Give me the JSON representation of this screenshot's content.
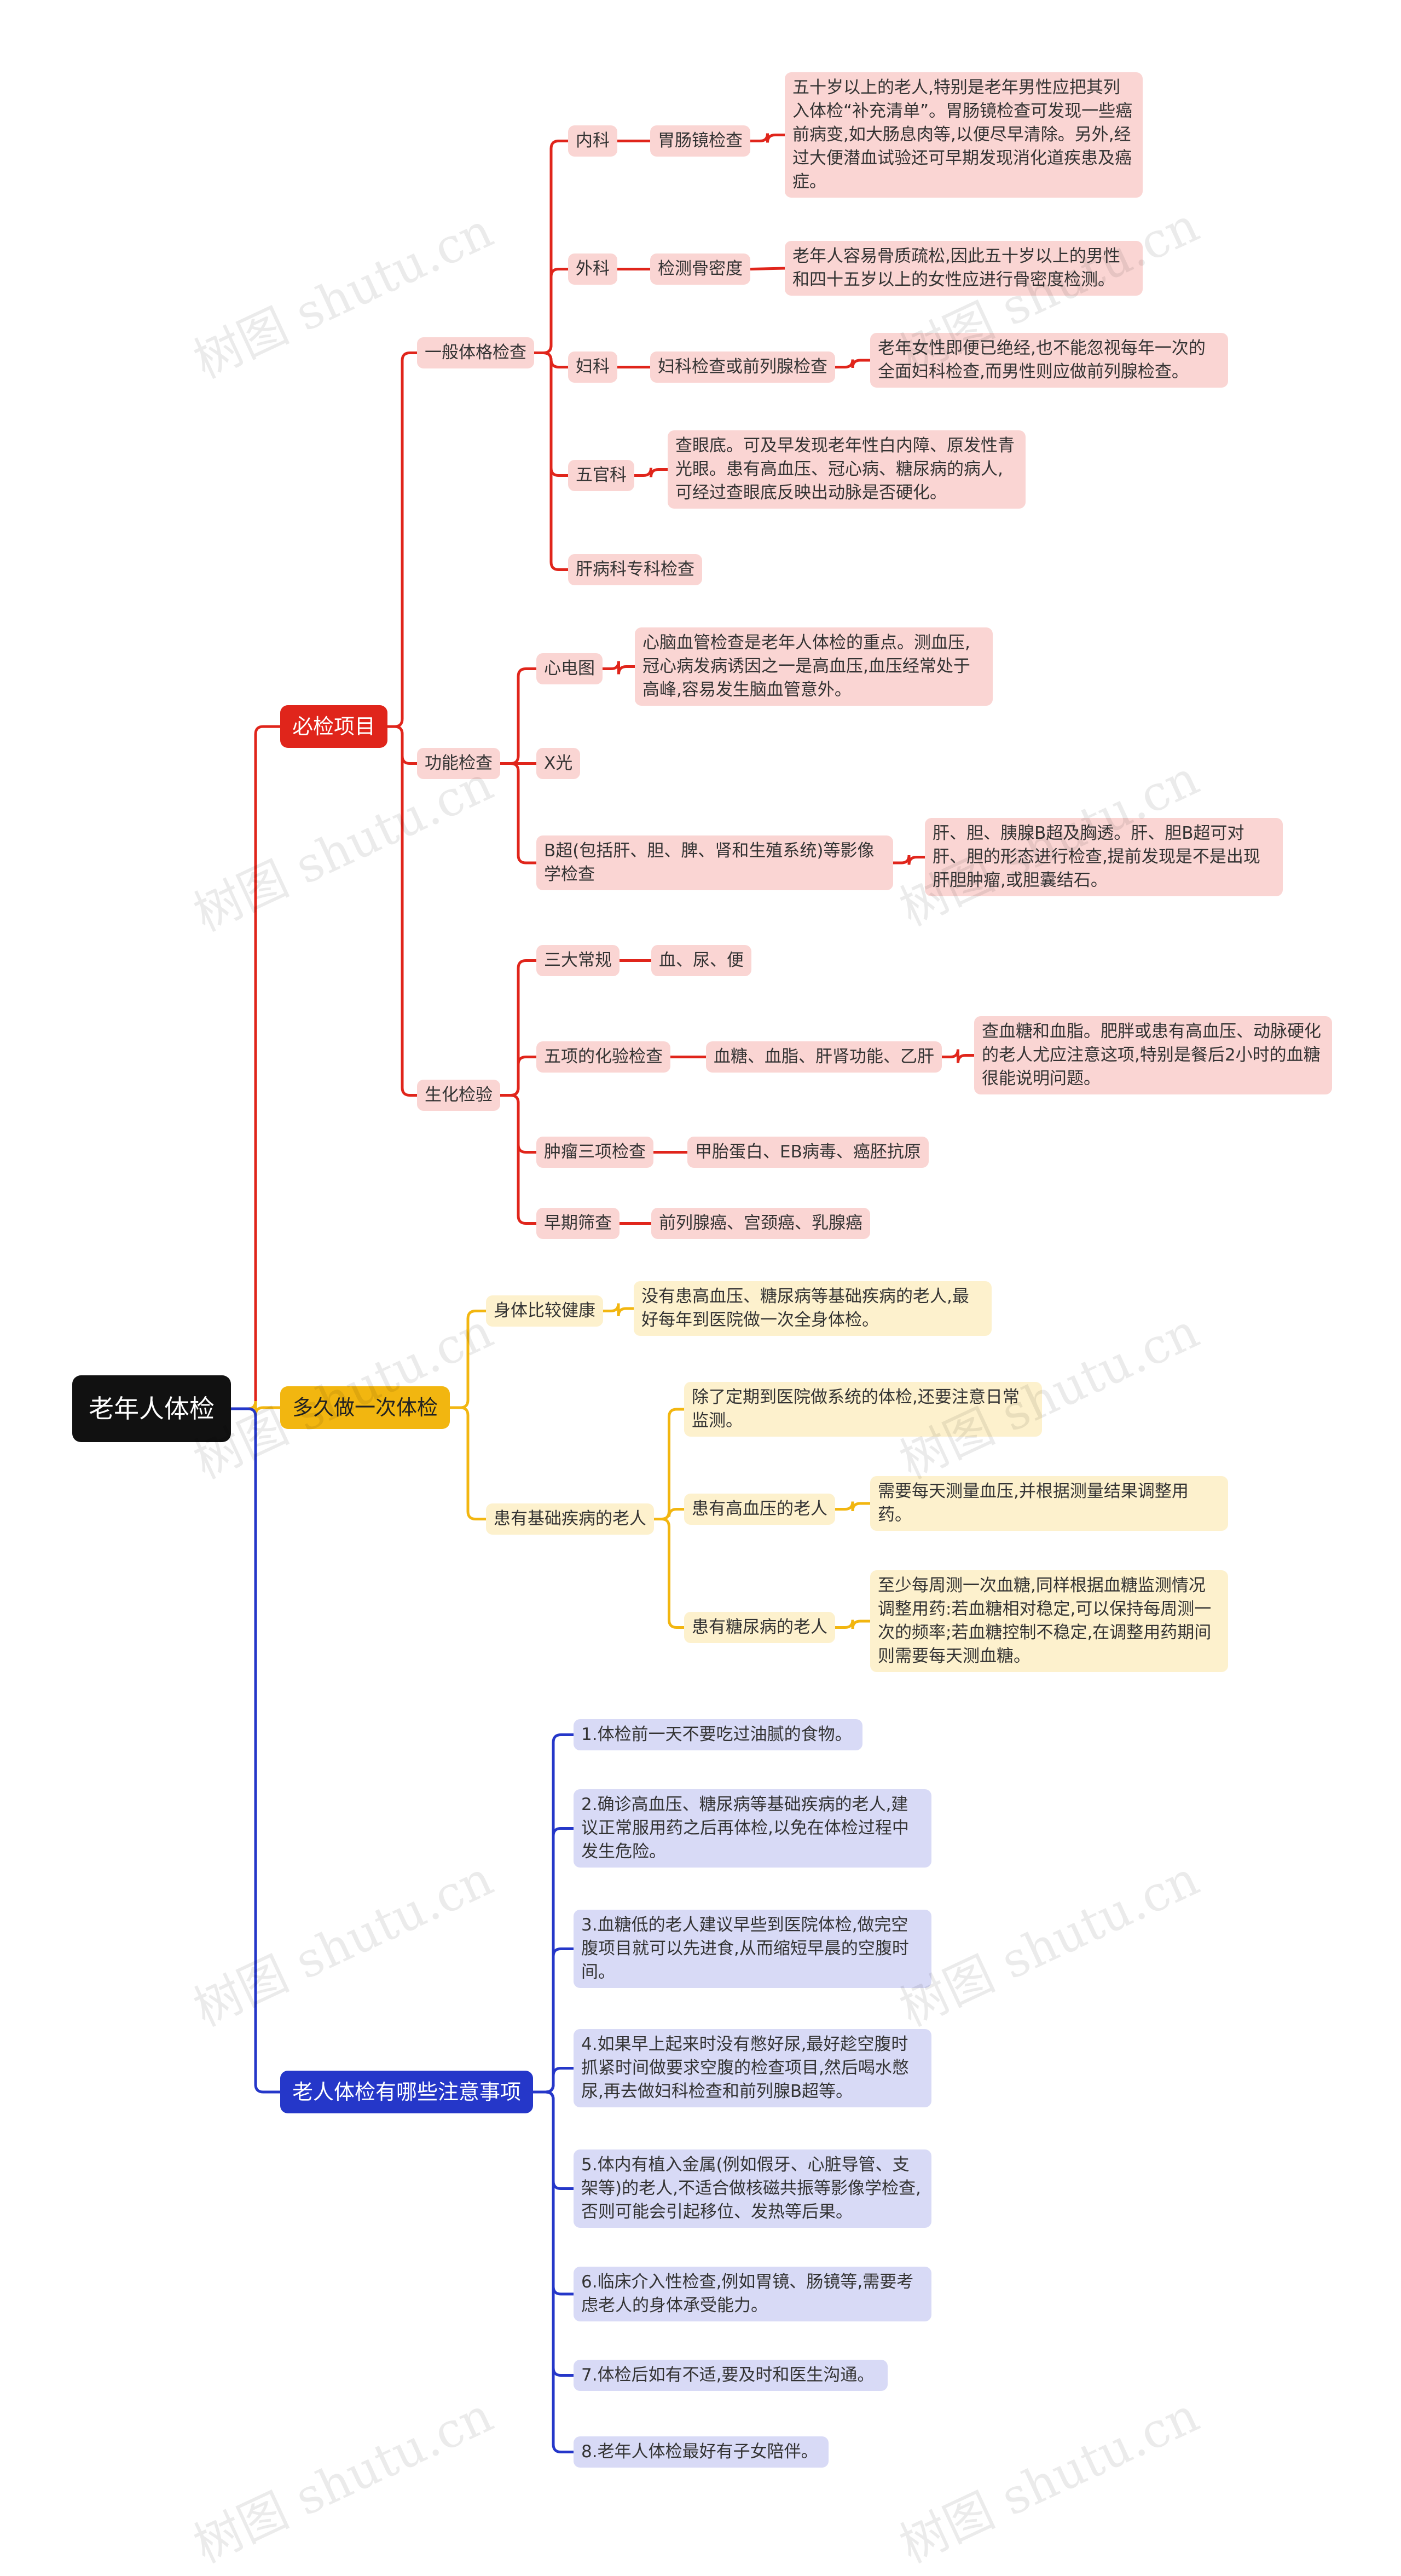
{
  "root": "老年人体检",
  "colors": {
    "red": "#e0251b",
    "yellow": "#f2b610",
    "blue": "#2537c9",
    "root": "#111111"
  },
  "branch1": {
    "title": "必检项目",
    "general": {
      "title": "一般体格检查",
      "internal": {
        "label": "内科",
        "item": "胃肠镜检查",
        "desc": "五十岁以上的老人,特别是老年男性应把其列入体检“补充清单”。胃肠镜检查可发现一些癌前病变,如大肠息肉等,以便尽早清除。另外,经过大便潜血试验还可早期发现消化道疾患及癌症。"
      },
      "surgery": {
        "label": "外科",
        "item": "检测骨密度",
        "desc": "老年人容易骨质疏松,因此五十岁以上的男性和四十五岁以上的女性应进行骨密度检测。"
      },
      "gyn": {
        "label": "妇科",
        "item": "妇科检查或前列腺检查",
        "desc": "老年女性即便已绝经,也不能忽视每年一次的全面妇科检查,而男性则应做前列腺检查。"
      },
      "ent": {
        "label": "五官科",
        "desc": "查眼底。可及早发现老年性白内障、原发性青光眼。患有高血压、冠心病、糖尿病的病人,可经过查眼底反映出动脉是否硬化。"
      },
      "liver": {
        "label": "肝病科专科检查"
      }
    },
    "function": {
      "title": "功能检查",
      "ecg": {
        "label": "心电图",
        "desc": "心脑血管检查是老年人体检的重点。测血压,冠心病发病诱因之一是高血压,血压经常处于高峰,容易发生脑血管意外。"
      },
      "xray": {
        "label": "X光"
      },
      "bmode": {
        "label": "B超(包括肝、胆、脾、肾和生殖系统)等影像学检查",
        "desc": "肝、胆、胰腺B超及胸透。肝、胆B超可对肝、胆的形态进行检查,提前发现是不是出现肝胆肿瘤,或胆囊结石。"
      }
    },
    "biochem": {
      "title": "生化检验",
      "routine": {
        "label": "三大常规",
        "item": "血、尿、便"
      },
      "five": {
        "label": "五项的化验检查",
        "item": "血糖、血脂、肝肾功能、乙肝",
        "desc": "查血糖和血脂。肥胖或患有高血压、动脉硬化的老人尤应注意这项,特别是餐后2小时的血糖很能说明问题。"
      },
      "tumor": {
        "label": "肿瘤三项检查",
        "item": "甲胎蛋白、EB病毒、癌胚抗原"
      },
      "early": {
        "label": "早期筛查",
        "item": "前列腺癌、宫颈癌、乳腺癌"
      }
    }
  },
  "branch2": {
    "title": "多久做一次体检",
    "healthy": {
      "label": "身体比较健康",
      "desc": "没有患高血压、糖尿病等基础疾病的老人,最好每年到医院做一次全身体检。"
    },
    "chronic": {
      "label": "患有基础疾病的老人",
      "note": "除了定期到医院做系统的体检,还要注意日常监测。",
      "hypertension": {
        "label": "患有高血压的老人",
        "desc": "需要每天测量血压,并根据测量结果调整用药。"
      },
      "diabetes": {
        "label": "患有糖尿病的老人",
        "desc": "至少每周测一次血糖,同样根据血糖监测情况调整用药:若血糖相对稳定,可以保持每周测一次的频率;若血糖控制不稳定,在调整用药期间则需要每天测血糖。"
      }
    }
  },
  "branch3": {
    "title": "老人体检有哪些注意事项",
    "items": [
      "1.体检前一天不要吃过油腻的食物。",
      "2.确诊高血压、糖尿病等基础疾病的老人,建议正常服用药之后再体检,以免在体检过程中发生危险。",
      "3.血糖低的老人建议早些到医院体检,做完空腹项目就可以先进食,从而缩短早晨的空腹时间。",
      "4.如果早上起来时没有憋好尿,最好趁空腹时抓紧时间做要求空腹的检查项目,然后喝水憋尿,再去做妇科检查和前列腺B超等。",
      "5.体内有植入金属(例如假牙、心脏导管、支架等)的老人,不适合做核磁共振等影像学检查,否则可能会引起移位、发热等后果。",
      "6.临床介入性检查,例如胃镜、肠镜等,需要考虑老人的身体承受能力。",
      "7.体检后如有不适,要及时和医生沟通。",
      "8.老年人体检最好有子女陪伴。"
    ]
  },
  "watermark": "树图 shutu.cn"
}
